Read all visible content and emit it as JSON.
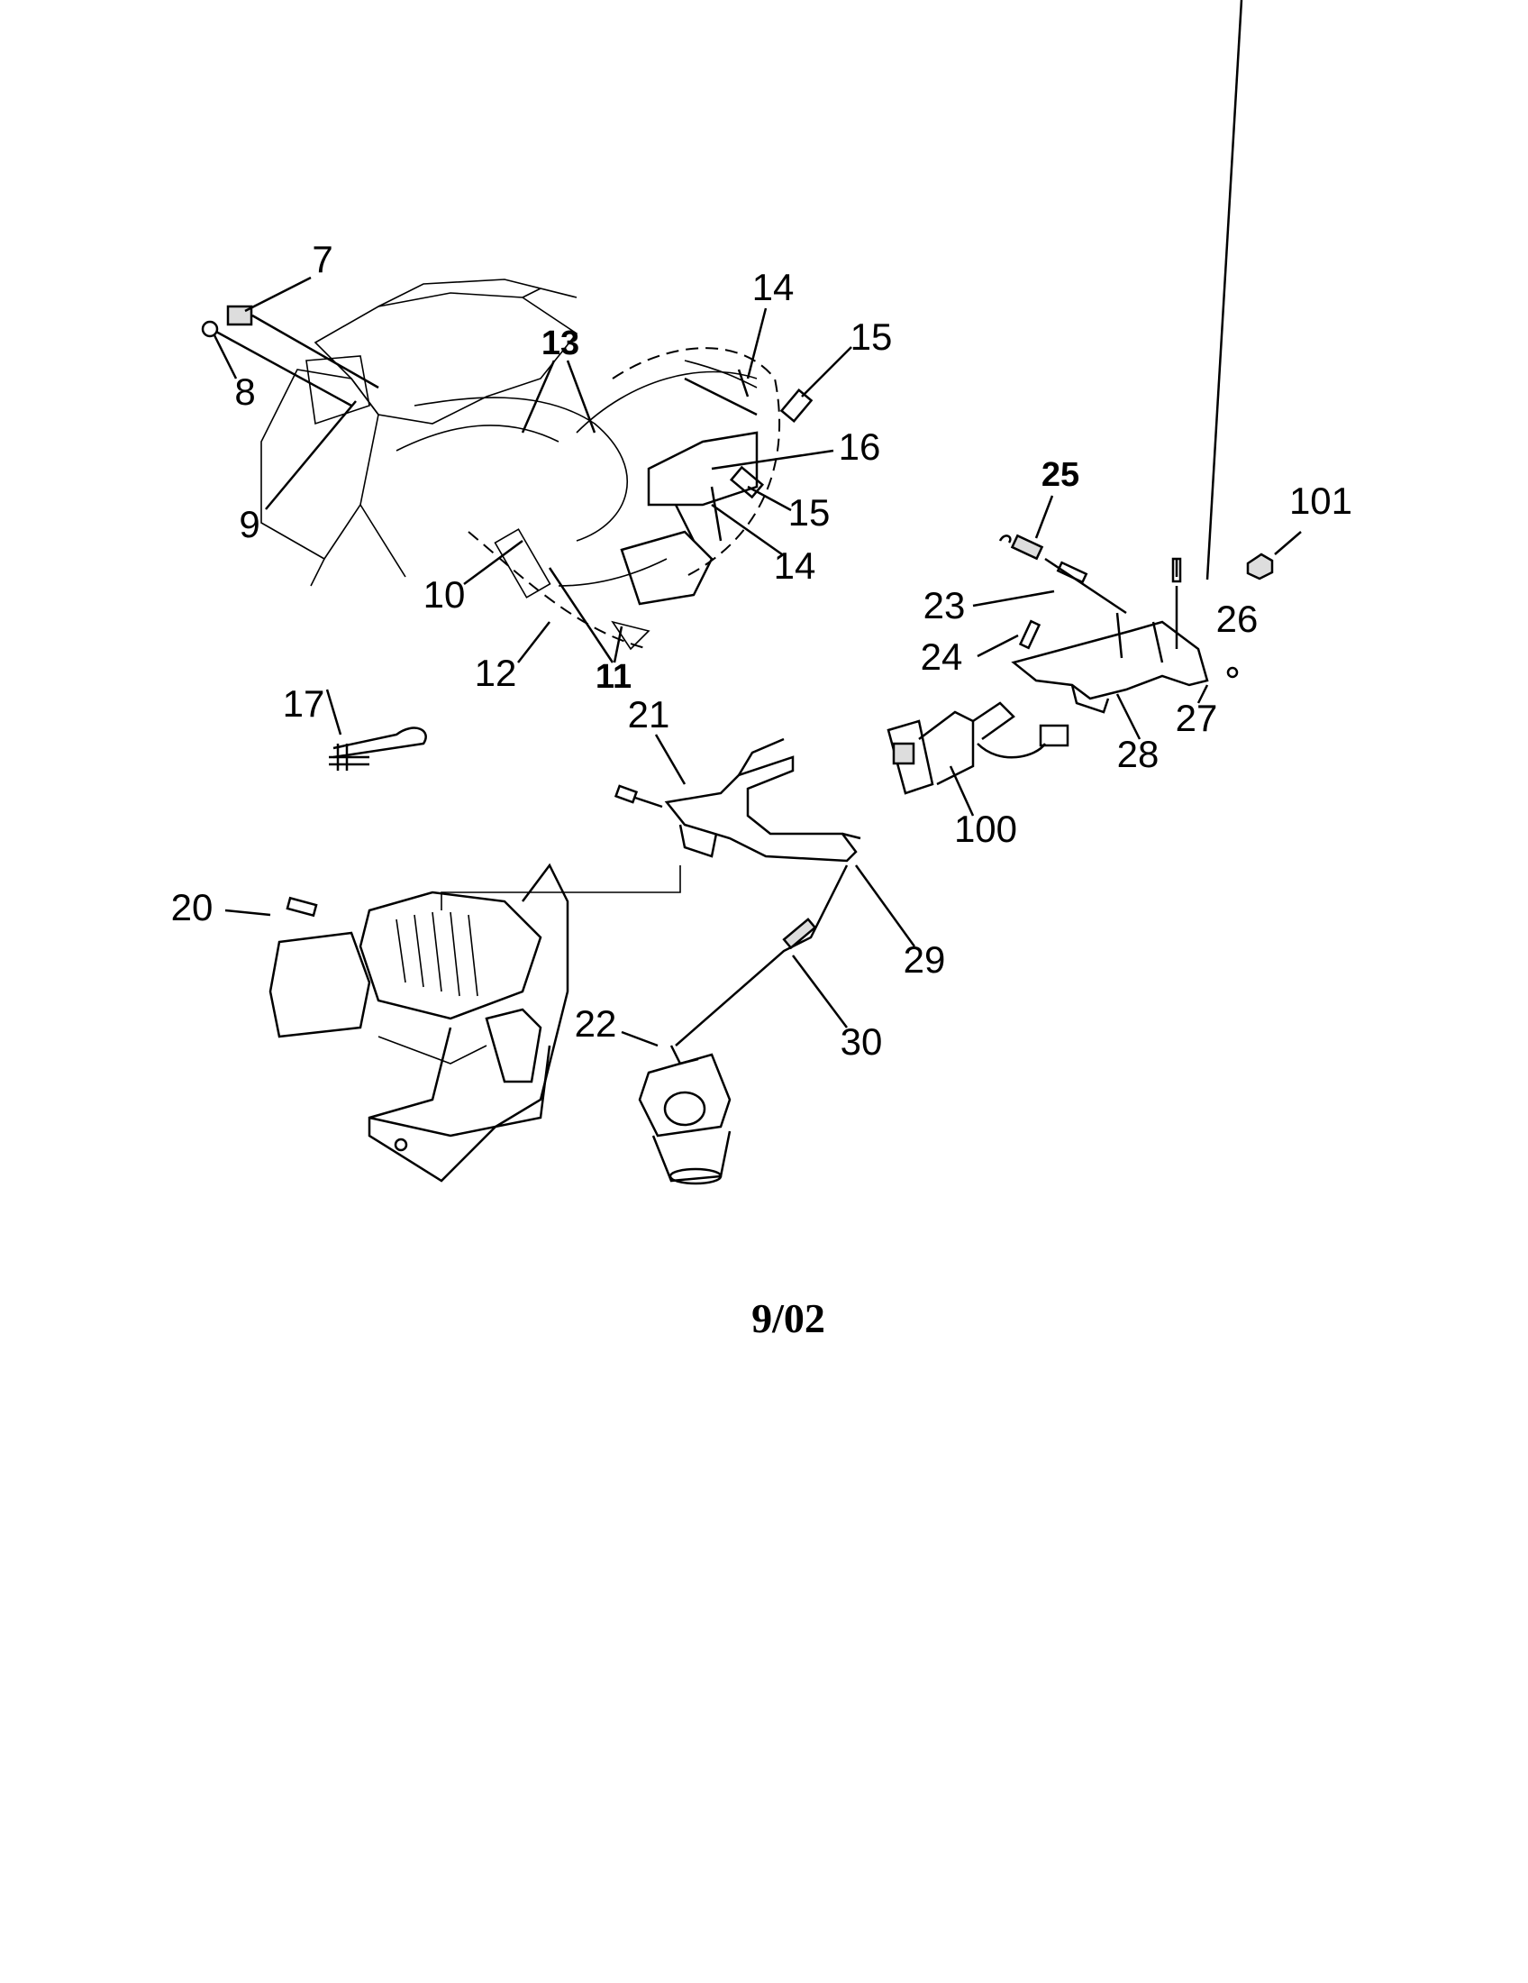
{
  "diagram": {
    "part_labels": [
      "7",
      "8",
      "13",
      "14",
      "15",
      "16",
      "15",
      "14",
      "9",
      "10",
      "12",
      "11",
      "25",
      "101",
      "23",
      "26",
      "24",
      "27",
      "28",
      "17",
      "21",
      "100",
      "20",
      "29",
      "22",
      "30"
    ],
    "revision_date": "9/02"
  }
}
